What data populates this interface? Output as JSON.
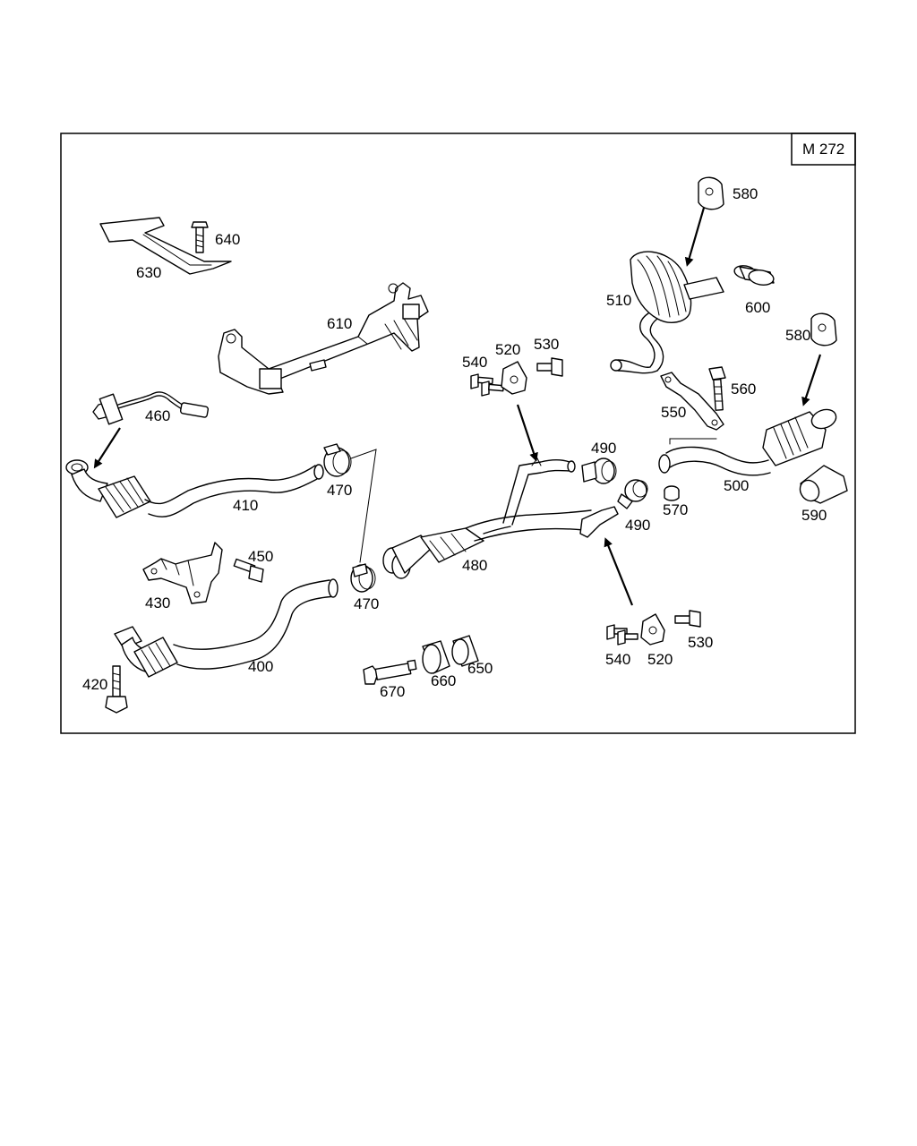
{
  "model_code": "M 272",
  "callouts": {
    "c400": "400",
    "c410": "410",
    "c420": "420",
    "c430": "430",
    "c450": "450",
    "c460": "460",
    "c470a": "470",
    "c470b": "470",
    "c480": "480",
    "c490a": "490",
    "c490b": "490",
    "c500": "500",
    "c510": "510",
    "c520a": "520",
    "c520b": "520",
    "c530a": "530",
    "c530b": "530",
    "c540a": "540",
    "c540b": "540",
    "c550": "550",
    "c560": "560",
    "c570": "570",
    "c580a": "580",
    "c580b": "580",
    "c590": "590",
    "c600": "600",
    "c610": "610",
    "c630": "630",
    "c640": "640",
    "c650": "650",
    "c660": "660",
    "c670": "670"
  }
}
